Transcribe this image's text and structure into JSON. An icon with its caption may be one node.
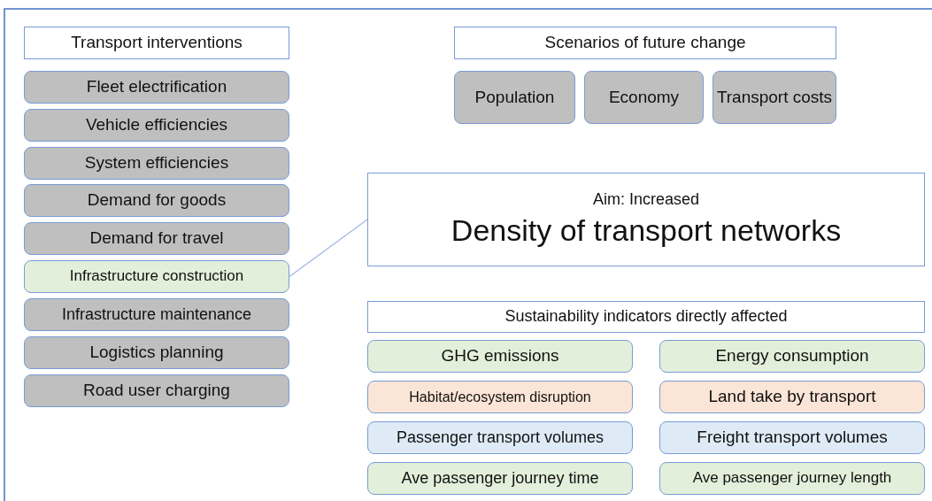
{
  "diagram": {
    "nodes": [
      {
        "text": [
          "Transport interventions"
        ]
      },
      {
        "text": [
          "Fleet electrification"
        ]
      },
      {
        "text": [
          "Vehicle efficiencies"
        ]
      },
      {
        "text": [
          "System efficiencies"
        ]
      },
      {
        "text": [
          "Demand for goods"
        ]
      },
      {
        "text": [
          "Demand for travel"
        ]
      },
      {
        "text": [
          "Infrastructure construction"
        ]
      },
      {
        "text": [
          "Infrastructure maintenance"
        ]
      },
      {
        "text": [
          "Logistics planning"
        ]
      },
      {
        "text": [
          "Road user charging"
        ]
      },
      {
        "text": [
          "Scenarios of future change"
        ]
      },
      {
        "text": [
          "Population"
        ]
      },
      {
        "text": [
          "Economy"
        ]
      },
      {
        "text": [
          "Transport costs"
        ]
      },
      {
        "text": [
          "Aim: Increased",
          "Density of transport networks"
        ]
      },
      {
        "text": [
          "Sustainability indicators directly affected"
        ]
      },
      {
        "text": [
          "GHG emissions"
        ]
      },
      {
        "text": [
          "Energy consumption"
        ]
      },
      {
        "text": [
          "Habitat/ecosystem disruption"
        ]
      },
      {
        "text": [
          "Land take by transport"
        ]
      },
      {
        "text": [
          "Passenger transport volumes"
        ]
      },
      {
        "text": [
          "Freight transport volumes"
        ]
      },
      {
        "text": [
          "Ave passenger journey time"
        ]
      },
      {
        "text": [
          "Ave passenger journey length"
        ]
      }
    ],
    "edges": [
      {
        "from": 6,
        "to": 14,
        "arrow": "none"
      }
    ]
  }
}
